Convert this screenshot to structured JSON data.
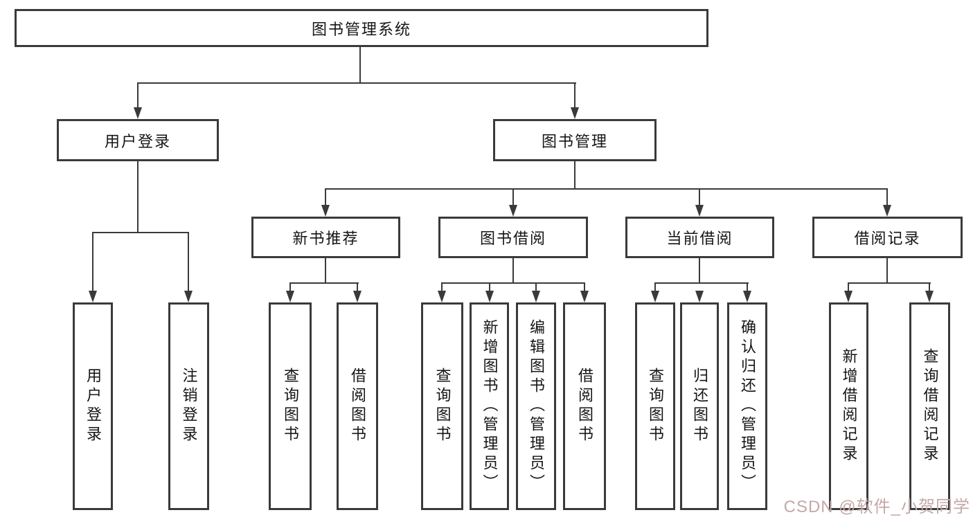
{
  "diagram": {
    "title": "图书管理系统",
    "tree": {
      "root": "图书管理系统",
      "user_login": {
        "label": "用户登录",
        "children": [
          "用户登录",
          "注销登录"
        ]
      },
      "book_mgmt": {
        "label": "图书管理",
        "groups": [
          {
            "label": "新书推荐",
            "children": [
              "查询图书",
              "借阅图书"
            ]
          },
          {
            "label": "图书借阅",
            "children": [
              "查询图书",
              "新增图书（管理员）",
              "编辑图书（管理员）",
              "借阅图书"
            ]
          },
          {
            "label": "当前借阅",
            "children": [
              "查询图书",
              "归还图书",
              "确认归还（管理员）"
            ]
          },
          {
            "label": "借阅记录",
            "children": [
              "新增借阅记录",
              "查询借阅记录"
            ]
          }
        ]
      }
    },
    "colors": {
      "line": "#3a3a3a",
      "text": "#151515",
      "background": "#ffffff",
      "watermark": "#c4a8a8"
    }
  },
  "watermark": "CSDN @软件_小贺同学"
}
